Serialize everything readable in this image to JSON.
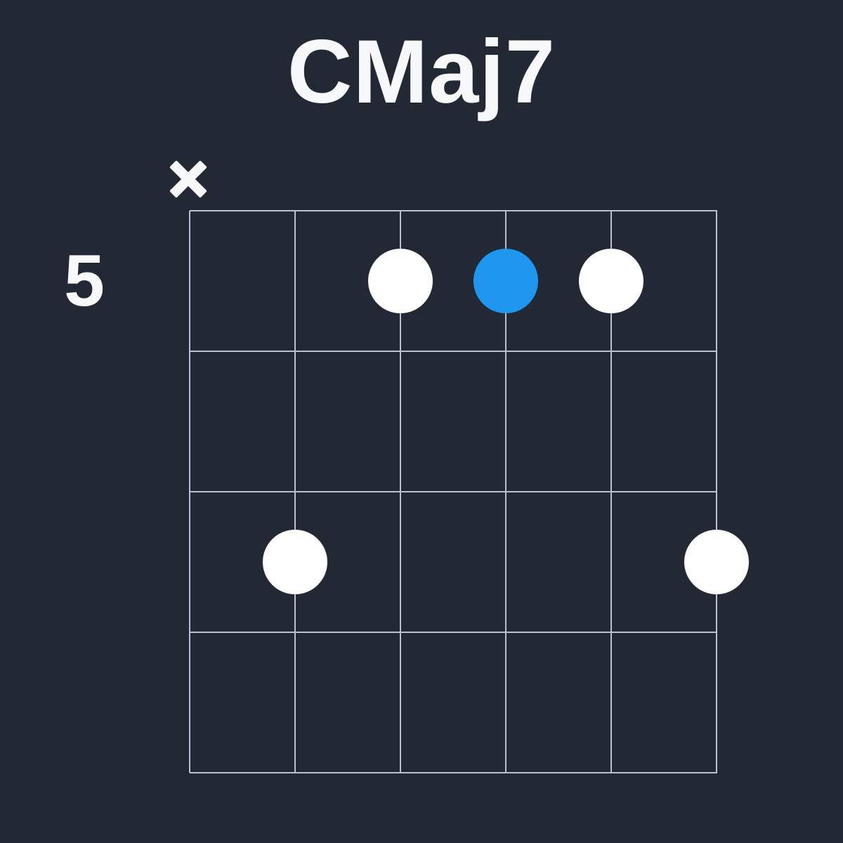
{
  "title": "CMaj7",
  "colors": {
    "background": "#232934",
    "grid_line": "#b7c1d6",
    "finger_dot": "#ffffff",
    "root_dot": "#1f97f0",
    "text": "#f7f8fa"
  },
  "diagram": {
    "type": "guitar-chord-diagram",
    "base_fret_label": "5",
    "strings": 6,
    "frets_shown": 4,
    "muted_strings": [
      1
    ],
    "open_strings": [],
    "dots": [
      {
        "string": 2,
        "fret_row": 3,
        "role": "finger",
        "color": "#ffffff"
      },
      {
        "string": 3,
        "fret_row": 1,
        "role": "finger",
        "color": "#ffffff"
      },
      {
        "string": 4,
        "fret_row": 1,
        "role": "root",
        "color": "#1f97f0"
      },
      {
        "string": 5,
        "fret_row": 1,
        "role": "finger",
        "color": "#ffffff"
      },
      {
        "string": 6,
        "fret_row": 3,
        "role": "finger",
        "color": "#ffffff"
      }
    ]
  }
}
